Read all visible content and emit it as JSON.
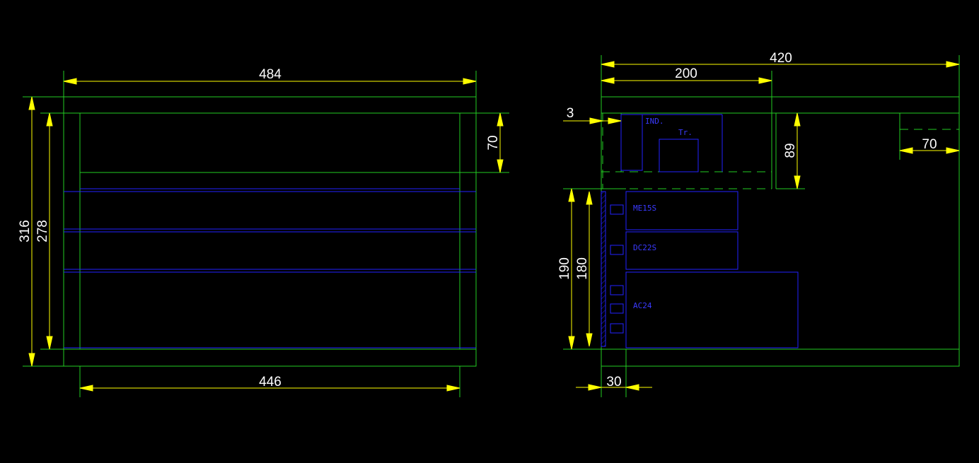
{
  "colors": {
    "background": "#000000",
    "outline": "#22cc22",
    "component": "#2222ff",
    "dimension": "#ffff00",
    "text": "#ffffff"
  },
  "front_view": {
    "dim_width_outer": "484",
    "dim_width_inner": "446",
    "dim_height_outer": "316",
    "dim_height_inner": "278",
    "dim_top_section": "70"
  },
  "side_view": {
    "dim_total_width": "420",
    "dim_upper_width": "200",
    "dim_offset": "3",
    "dim_upper_height": "89",
    "dim_right_section": "70",
    "dim_rail_height_outer": "190",
    "dim_rail_height_inner": "180",
    "dim_rail_width": "30",
    "labels": {
      "ind": "IND.",
      "tr": "Tr.",
      "me1": "ME15S",
      "dc": "DC22S",
      "ac": "AC24"
    }
  }
}
